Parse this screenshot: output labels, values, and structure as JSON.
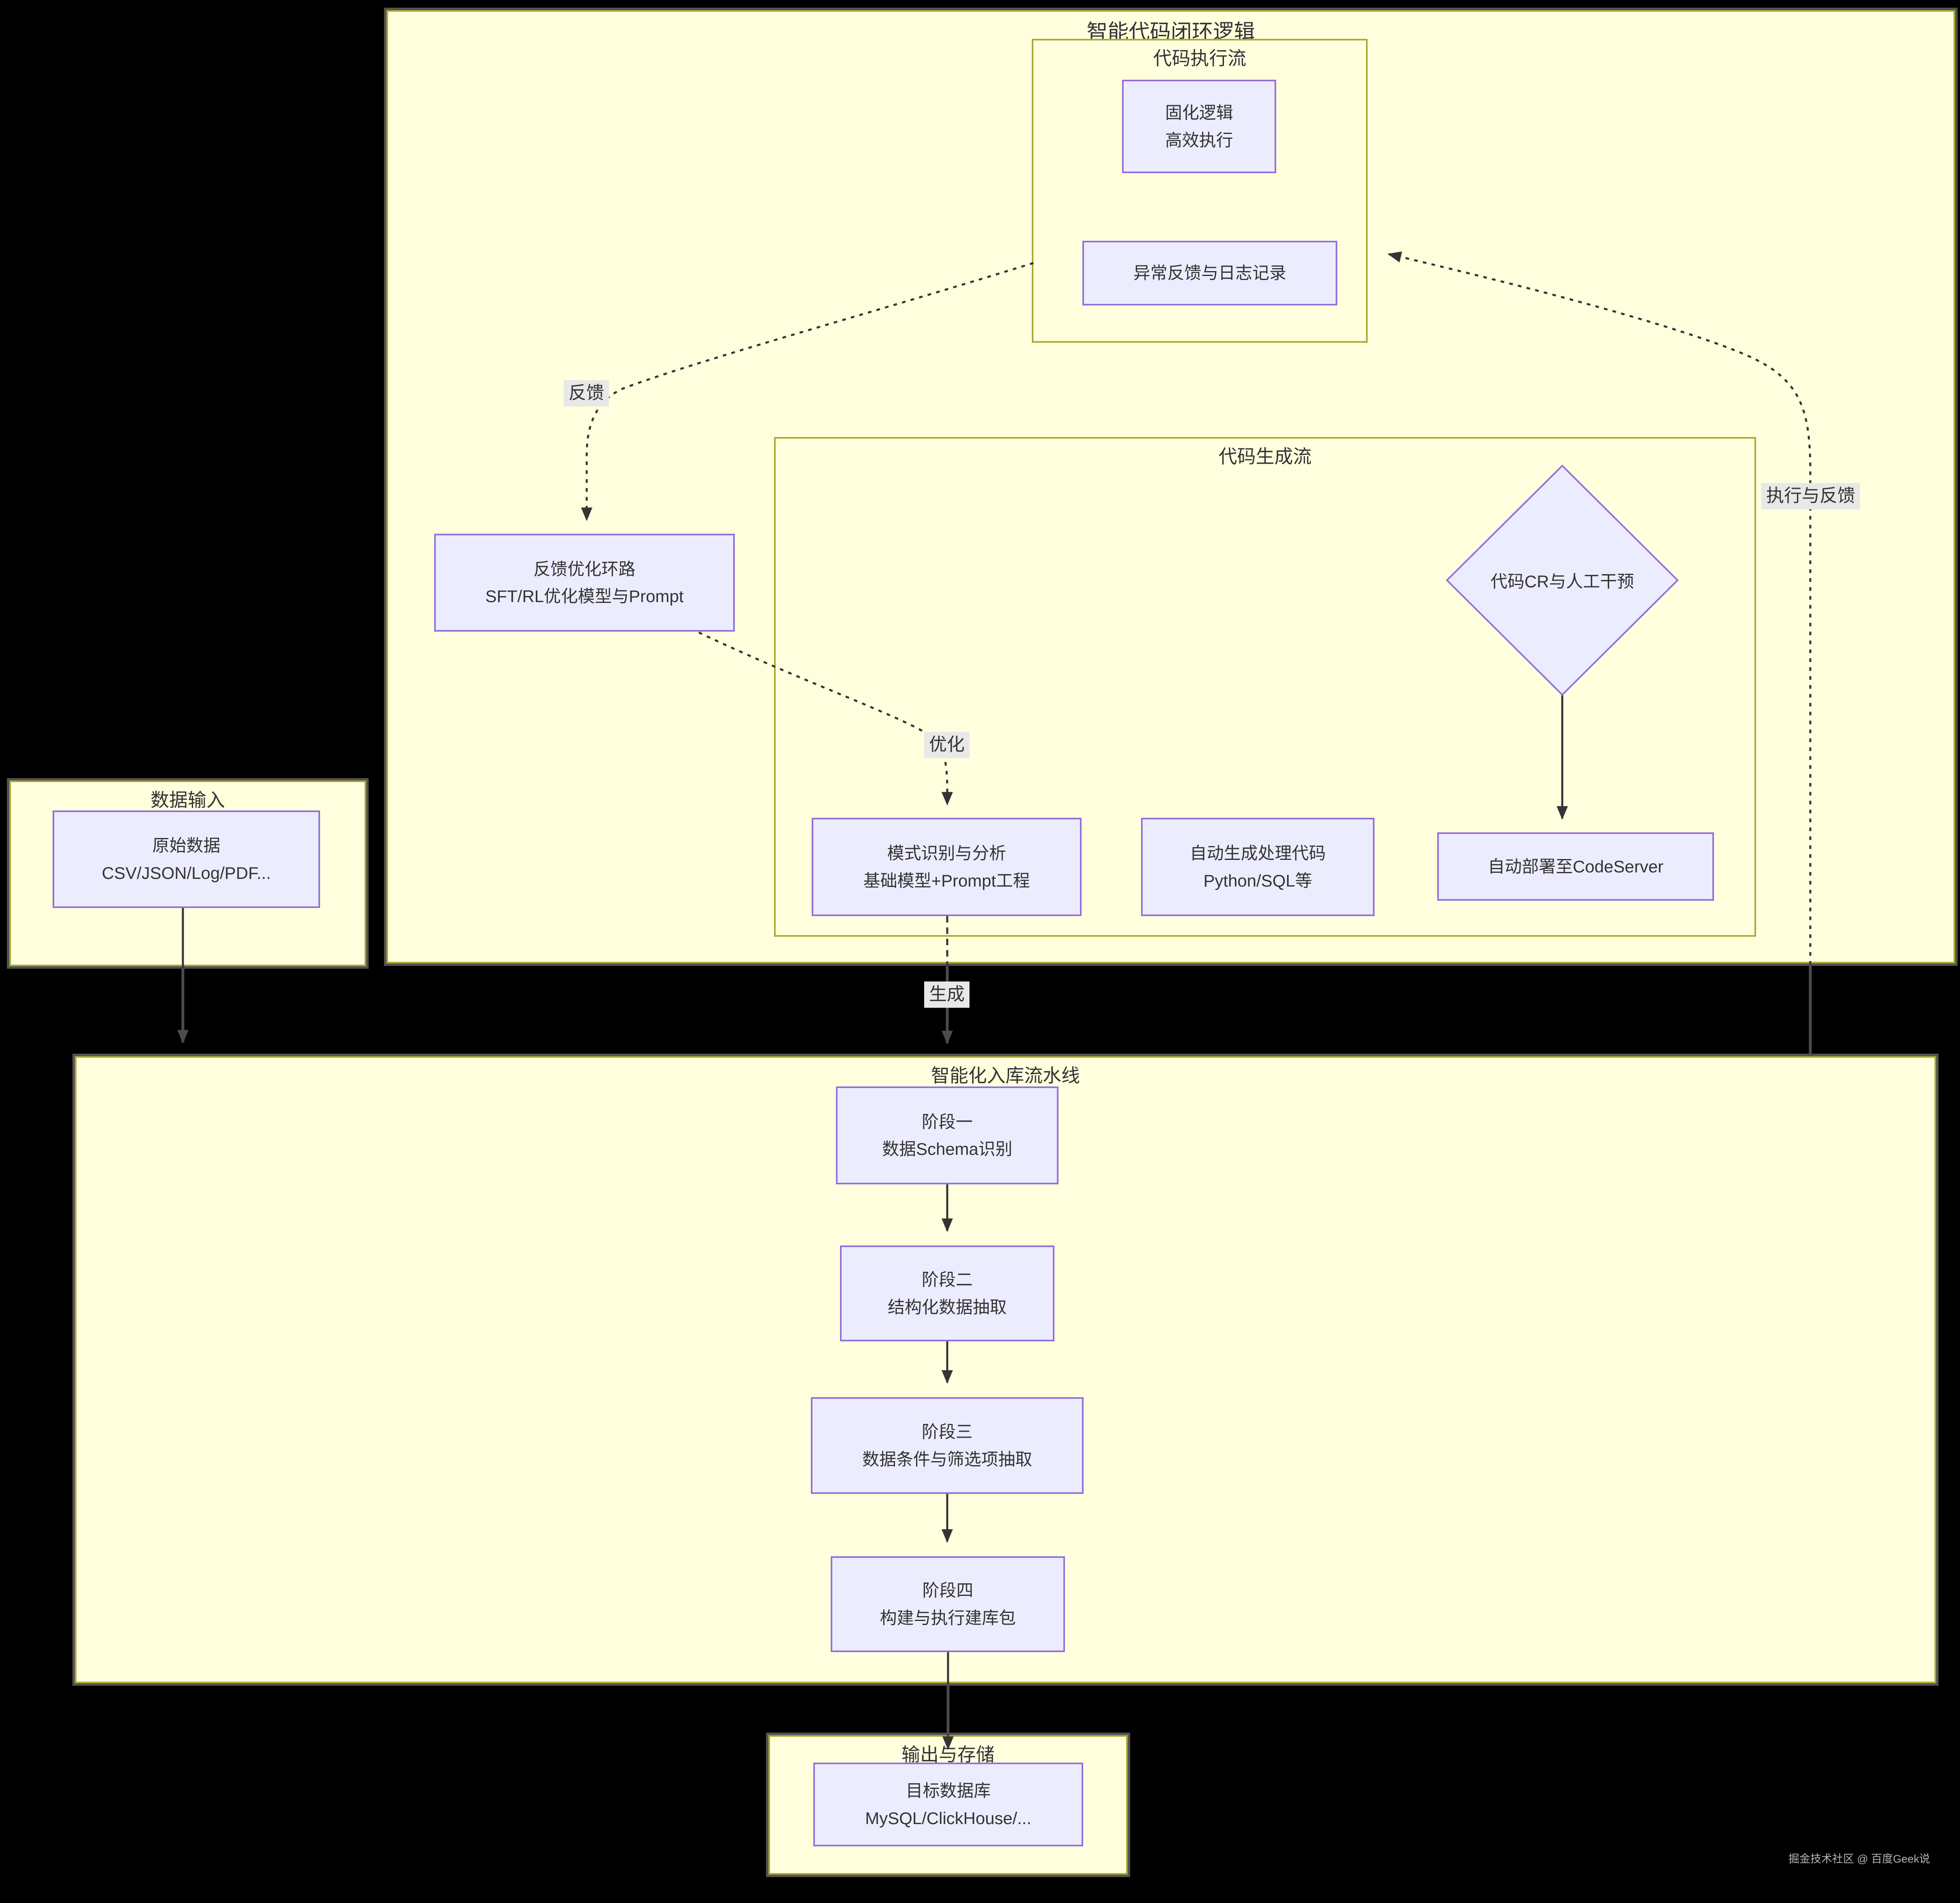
{
  "colors": {
    "canvas_bg": "#000000",
    "cluster_fill": "#ffffde",
    "cluster_border": "#aaaa33",
    "node_fill": "#ECECFF",
    "node_border": "#9370DB",
    "text": "#333333",
    "edge": "#343434",
    "edge_gap": "#4b4b4b",
    "edge_label_bg": "#e8e8e8",
    "watermark": "#b5b5b5"
  },
  "clusters": {
    "closed_loop": {
      "title": "智能代码闭环逻辑"
    },
    "code_exec": {
      "title": "代码执行流"
    },
    "code_gen": {
      "title": "代码生成流"
    },
    "data_input": {
      "title": "数据输入"
    },
    "pipeline": {
      "title": "智能化入库流水线"
    },
    "output": {
      "title": "输出与存储"
    }
  },
  "nodes": {
    "solidified": {
      "line1": "固化逻辑",
      "line2": "高效执行"
    },
    "exception_log": {
      "line1": "异常反馈与日志记录"
    },
    "feedback_loop": {
      "line1": "反馈优化环路",
      "line2": "SFT/RL优化模型与Prompt"
    },
    "code_cr": {
      "line1": "代码CR与人工干预"
    },
    "pattern": {
      "line1": "模式识别与分析",
      "line2": "基础模型+Prompt工程"
    },
    "autogen": {
      "line1": "自动生成处理代码",
      "line2": "Python/SQL等"
    },
    "deploy": {
      "line1": "自动部署至CodeServer"
    },
    "raw_data": {
      "line1": "原始数据",
      "line2": "CSV/JSON/Log/PDF..."
    },
    "stage1": {
      "line1": "阶段一",
      "line2": "数据Schema识别"
    },
    "stage2": {
      "line1": "阶段二",
      "line2": "结构化数据抽取"
    },
    "stage3": {
      "line1": "阶段三",
      "line2": "数据条件与筛选项抽取"
    },
    "stage4": {
      "line1": "阶段四",
      "line2": "构建与执行建库包"
    },
    "target_db": {
      "line1": "目标数据库",
      "line2": "MySQL/ClickHouse/..."
    }
  },
  "edge_labels": {
    "feedback": "反馈",
    "optimize": "优化",
    "generate": "生成",
    "exec_feedback": "执行与反馈"
  },
  "watermark": "掘金技术社区 @ 百度Geek说"
}
